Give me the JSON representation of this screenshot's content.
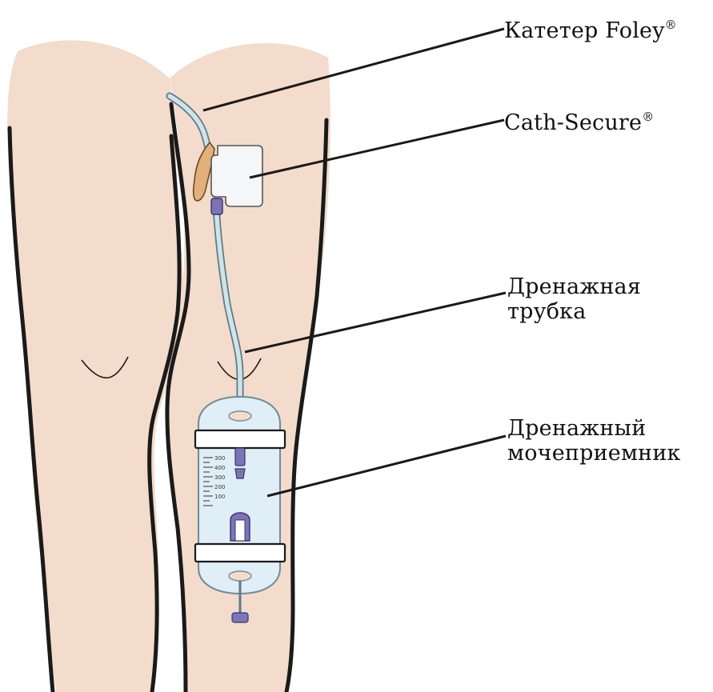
{
  "labels": {
    "foley": {
      "text": "Катетер Foley",
      "mark": "®"
    },
    "cath_secure": {
      "text": "Cath-Secure",
      "mark": "®"
    },
    "drain_tube": {
      "line1": "Дренажная",
      "line2": "трубка"
    },
    "drain_bag": {
      "line1": "Дренажный",
      "line2": "мочеприемник"
    }
  },
  "bag_scale": [
    "300",
    "400",
    "300",
    "200",
    "100"
  ],
  "colors": {
    "skin": "#f3dccb",
    "outline": "#1a1a1a",
    "tube": "#cfe3ea",
    "catheter": "#e2b079",
    "connector": "#7d74b8",
    "bag": "#dfeef7",
    "strap": "#ffffff",
    "adhesive": "#f4f6f8"
  }
}
